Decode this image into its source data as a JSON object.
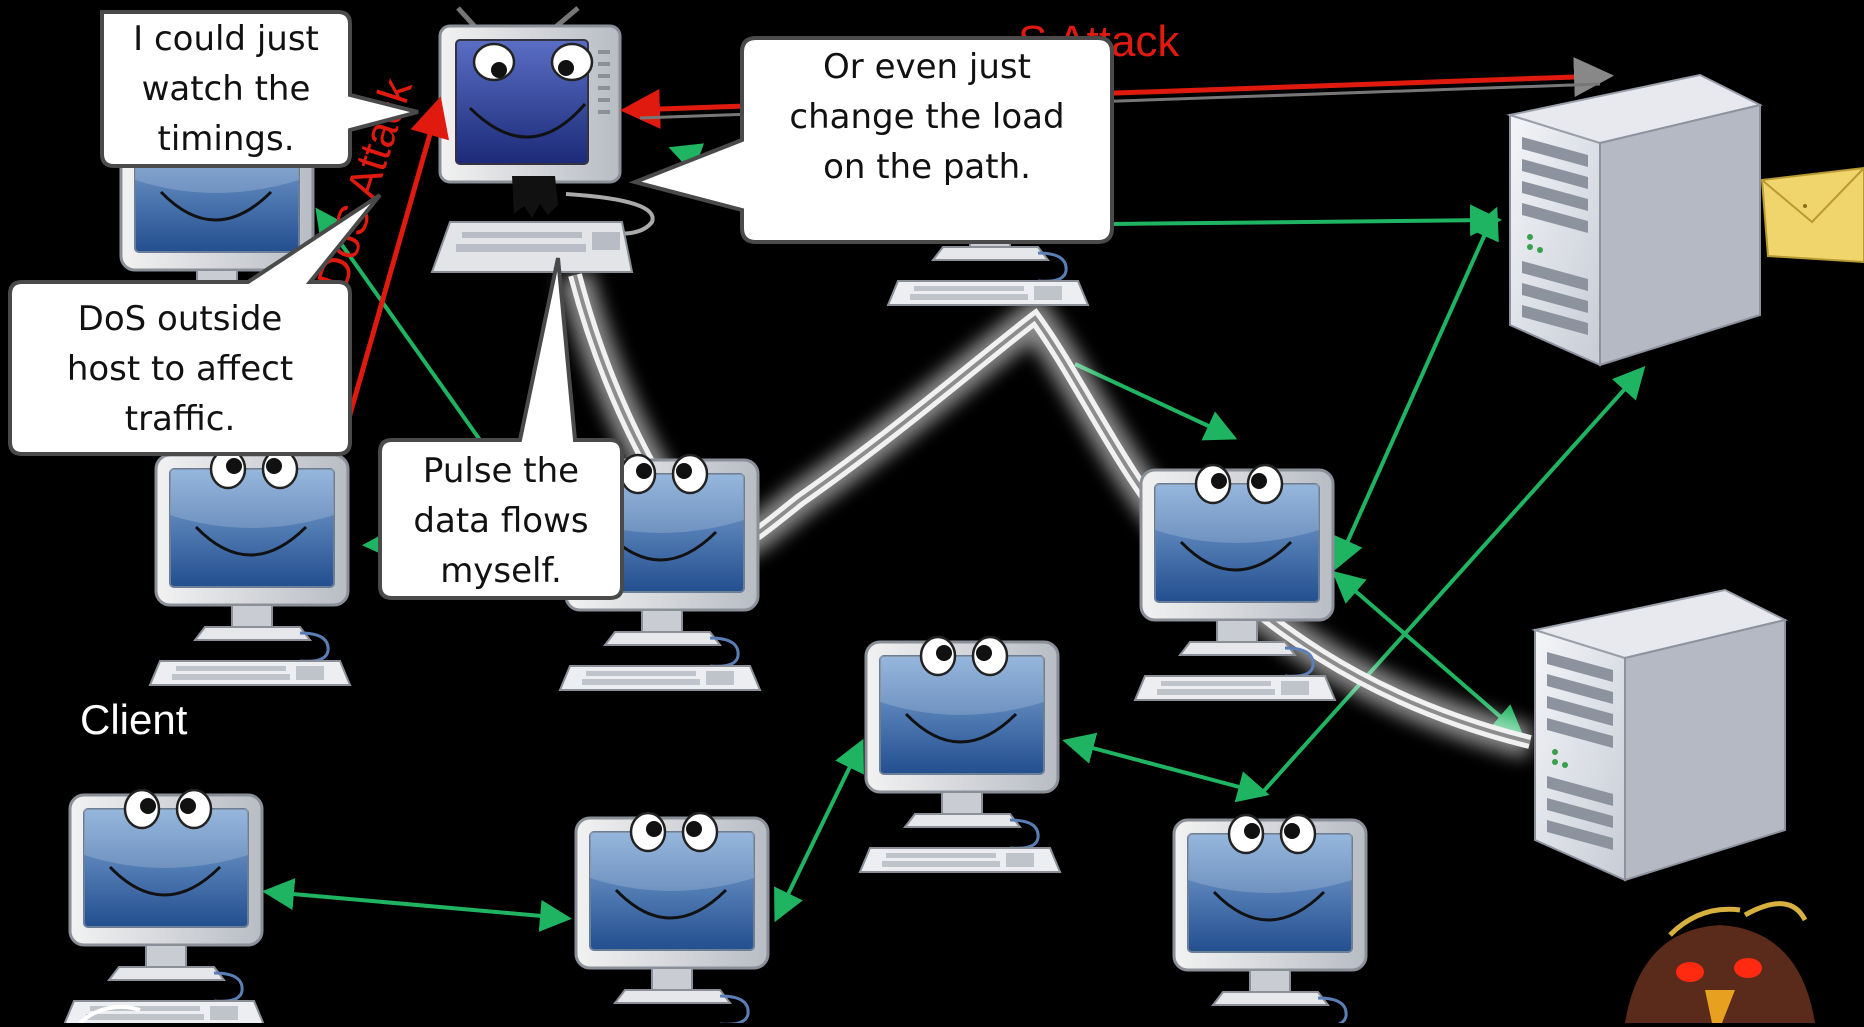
{
  "labels": {
    "client": "Client",
    "attack_top": "S Attack",
    "attack_diag": "DoS Attack"
  },
  "bubbles": {
    "watch": {
      "lines": [
        "I could just",
        "watch the",
        "timings."
      ]
    },
    "load": {
      "lines": [
        "Or even just",
        "change the load",
        "on the path."
      ]
    },
    "dos": {
      "lines": [
        "DoS outside",
        "host to affect",
        "traffic."
      ]
    },
    "pulse": {
      "lines": [
        "Pulse the",
        "data flows",
        "myself."
      ]
    }
  },
  "colors": {
    "background": "#000000",
    "link": "#1fb462",
    "attack": "#e01a0e",
    "path_glow": "#ffffff",
    "bubble_fill": "#ffffff",
    "bubble_stroke": "#4a4a4a"
  },
  "nodes": [
    {
      "id": "client",
      "kind": "computer",
      "label": "Client"
    },
    {
      "id": "attacker",
      "kind": "attacker-computer"
    },
    {
      "id": "server-top",
      "kind": "server"
    },
    {
      "id": "server-bottom",
      "kind": "server"
    }
  ],
  "icons": [
    "smiley-computer-icon",
    "server-tower-icon",
    "envelope-icon",
    "penguin-icon"
  ]
}
